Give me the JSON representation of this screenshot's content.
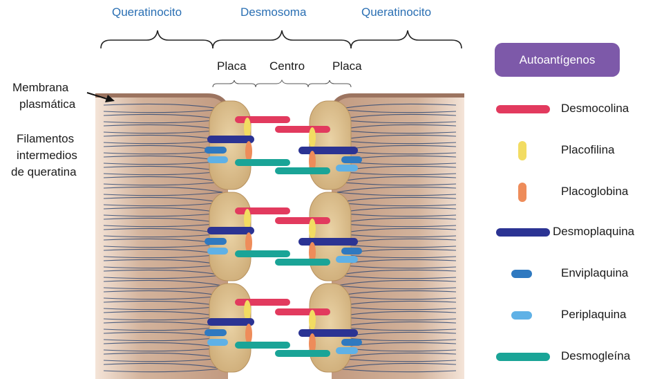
{
  "header": {
    "left_cell": "Queratinocito",
    "center": "Desmosoma",
    "right_cell": "Queratinocito"
  },
  "subheader": {
    "plaque_left": "Placa",
    "core": "Centro",
    "plaque_right": "Placa"
  },
  "side_labels": {
    "membrane_line1": "Membrana",
    "membrane_line2": "plasmática",
    "filaments_line1": "Filamentos",
    "filaments_line2": "intermedios",
    "filaments_line3": "de queratina"
  },
  "legend": {
    "title": "Autoantígenos",
    "items": [
      {
        "label": "Desmocolina",
        "color": "#e23a5e",
        "shape": "long-bar"
      },
      {
        "label": "Placofilina",
        "color": "#f2dc62",
        "shape": "vertical-pill"
      },
      {
        "label": "Placoglobina",
        "color": "#ee8c5a",
        "shape": "vertical-pill"
      },
      {
        "label": "Desmoplaquina",
        "color": "#2b3393",
        "shape": "long-bar"
      },
      {
        "label": "Enviplaquina",
        "color": "#2f79c0",
        "shape": "short-pill"
      },
      {
        "label": "Periplaquina",
        "color": "#5fb1e6",
        "shape": "short-pill"
      },
      {
        "label": "Desmogleína",
        "color": "#1aa497",
        "shape": "long-bar"
      }
    ]
  },
  "colors": {
    "header_text": "#2a6fb3",
    "legend_title_bg": "#7d59a9",
    "cell_body": "#c9a68d",
    "plaque": "#dcc190",
    "filament": "#2e4873"
  }
}
